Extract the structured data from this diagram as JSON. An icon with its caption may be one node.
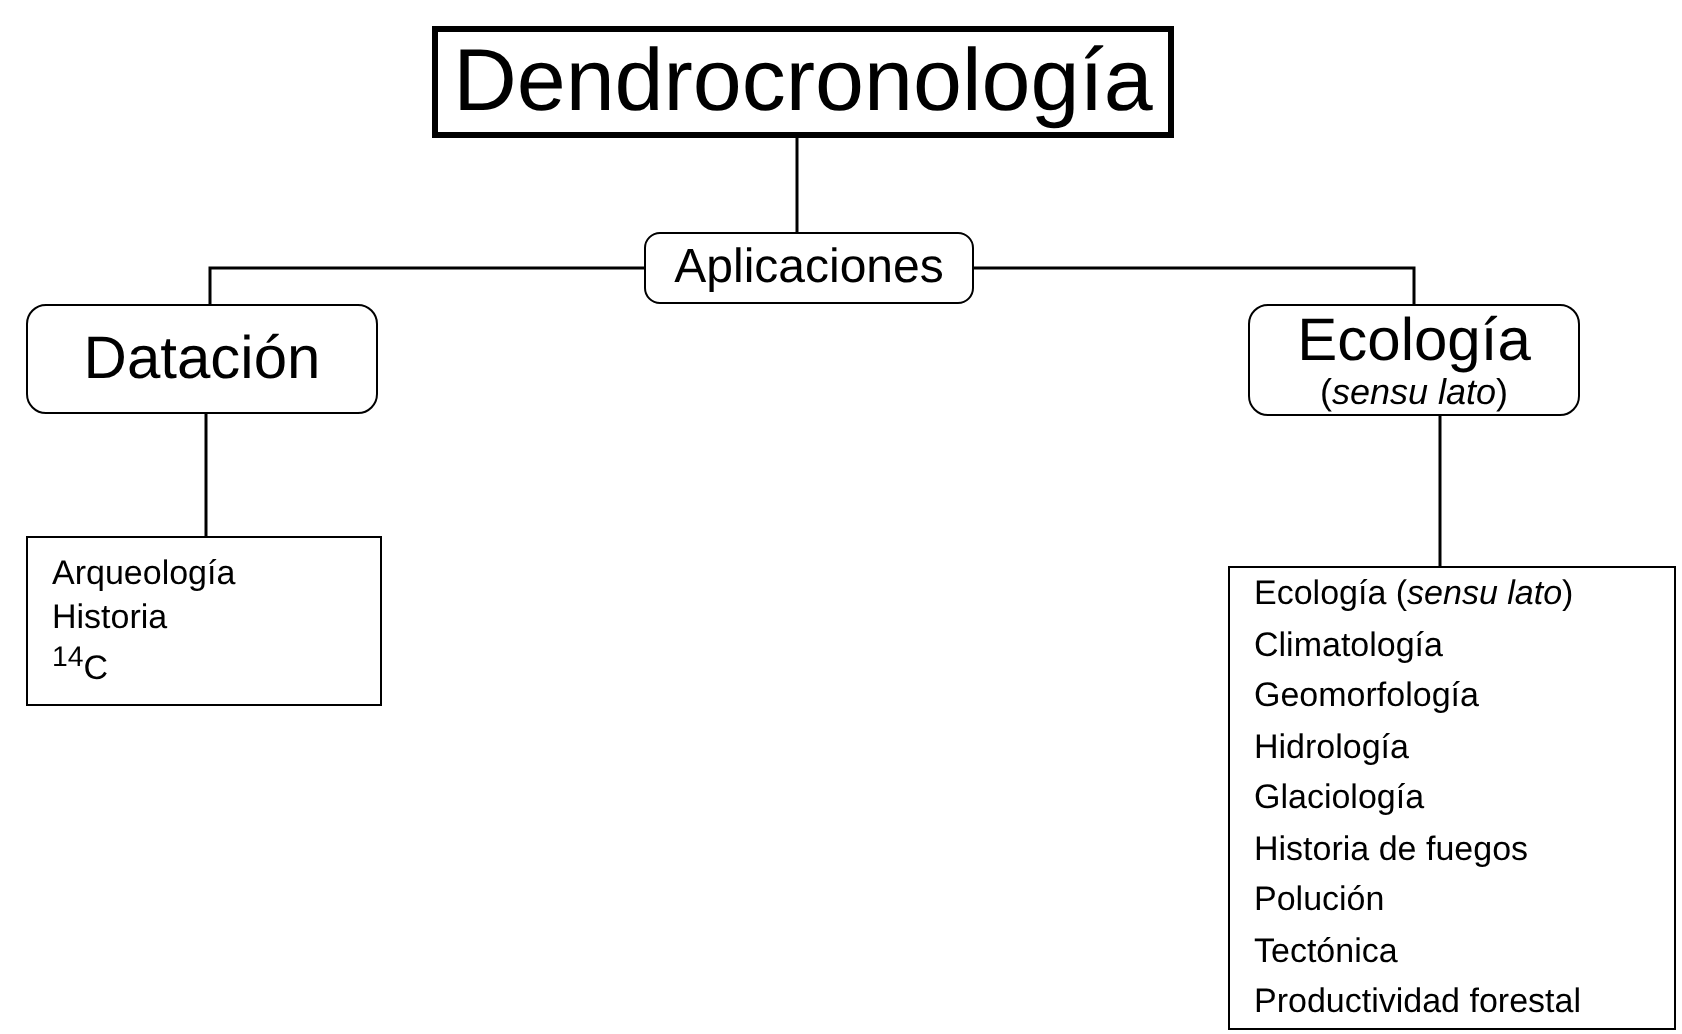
{
  "diagram": {
    "nodes": [
      {
        "text": [
          "Dendrocronología"
        ]
      },
      {
        "text": [
          "Aplicaciones"
        ]
      },
      {
        "text": [
          "Datación"
        ]
      },
      {
        "text": [
          "Ecología",
          "(*sensu lato*)"
        ]
      },
      {
        "text": [
          "Arqueología",
          "Historia",
          "$^{14}$C"
        ]
      },
      {
        "text": [
          "Ecología (*sensu lato*)",
          "Climatología",
          "Geomorfología",
          "Hidrología",
          "Glaciología",
          "Historia de fuegos",
          "Polución",
          "Tectónica",
          "Productividad forestal"
        ]
      }
    ],
    "edges": [
      {
        "from": 0,
        "to": 1,
        "arrow": "none"
      },
      {
        "from": 1,
        "to": 2,
        "arrow": "none"
      },
      {
        "from": 1,
        "to": 3,
        "arrow": "none"
      },
      {
        "from": 2,
        "to": 4,
        "arrow": "none"
      },
      {
        "from": 3,
        "to": 5,
        "arrow": "none"
      }
    ]
  }
}
